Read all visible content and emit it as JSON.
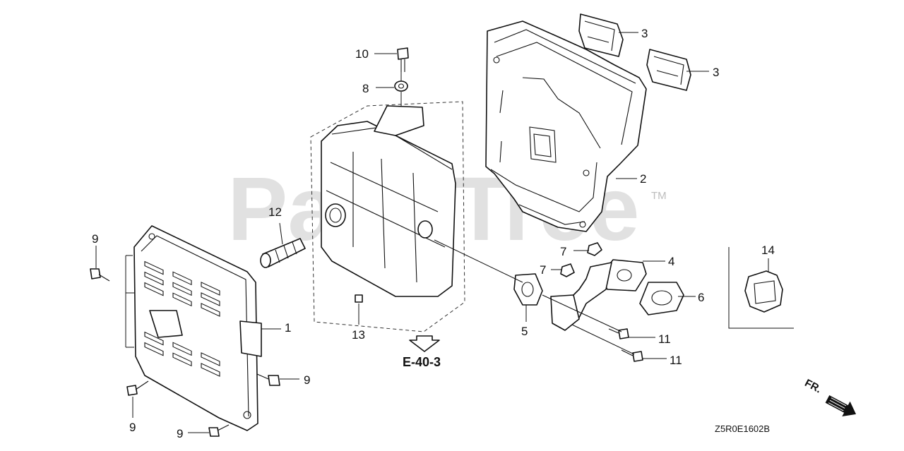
{
  "watermark": {
    "text": "PartsTree",
    "trademark": "TM"
  },
  "diagram_code": "Z5R0E1602B",
  "reference": {
    "label": "E-40-3"
  },
  "direction_label": "FR.",
  "callouts": {
    "c1": "1",
    "c2": "2",
    "c3a": "3",
    "c3b": "3",
    "c4": "4",
    "c5": "5",
    "c6": "6",
    "c7a": "7",
    "c7b": "7",
    "c8": "8",
    "c9a": "9",
    "c9b": "9",
    "c9c": "9",
    "c9d": "9",
    "c10": "10",
    "c11a": "11",
    "c11b": "11",
    "c12": "12",
    "c13": "13",
    "c14": "14"
  },
  "icons": [
    "bolt-icon",
    "washer-icon",
    "nut-icon",
    "gasket-icon",
    "arrow-down-icon",
    "front-arrow-icon"
  ]
}
